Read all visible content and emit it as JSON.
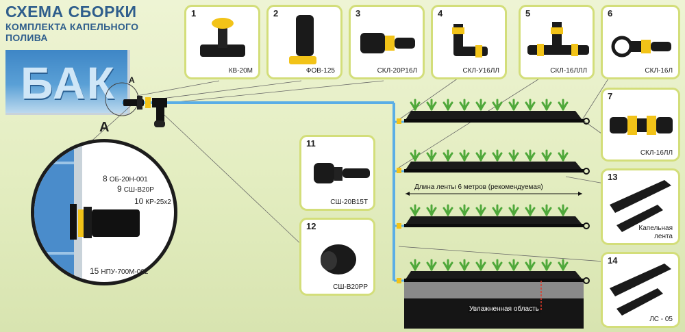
{
  "title": {
    "line1": "СХЕМА СБОРКИ",
    "line2": "КОМПЛЕКТА КАПЕЛЬНОГО",
    "line3": "ПОЛИВА"
  },
  "tank": {
    "label": "БАК"
  },
  "markers": {
    "a_small": "А",
    "a_large": "А"
  },
  "parts": [
    {
      "num": "1",
      "label": "КВ-20М"
    },
    {
      "num": "2",
      "label": "ФОВ-125"
    },
    {
      "num": "3",
      "label": "СКЛ-20Р16Л"
    },
    {
      "num": "4",
      "label": "СКЛ-У16ЛЛ"
    },
    {
      "num": "5",
      "label": "СКЛ-16ЛЛЛ"
    },
    {
      "num": "6",
      "label": "СКЛ-16Л"
    },
    {
      "num": "7",
      "label": "СКЛ-16ЛЛ"
    },
    {
      "num": "11",
      "label": "СШ-20В15Т"
    },
    {
      "num": "12",
      "label": "СШ-В20РР"
    },
    {
      "num": "13",
      "label": "Капельная лента"
    },
    {
      "num": "14",
      "label": "ЛС - 05"
    }
  ],
  "zoom_callouts": [
    {
      "num": "8",
      "label": "ОБ-20Н-001"
    },
    {
      "num": "9",
      "label": "СШ-В20Р"
    },
    {
      "num": "10",
      "label": "КР-25х2"
    },
    {
      "num": "15",
      "label": "НПУ-700М-002"
    }
  ],
  "beds": {
    "length_label": "Длина ленты 6 метров (рекомендуемая)",
    "moist_label": "Увлажненная область"
  },
  "colors": {
    "title": "#2f5e8c",
    "card_border": "#d3de7a",
    "pipe": "#5aaee6",
    "tape": "#111111",
    "fitting_yellow": "#f2c318"
  }
}
